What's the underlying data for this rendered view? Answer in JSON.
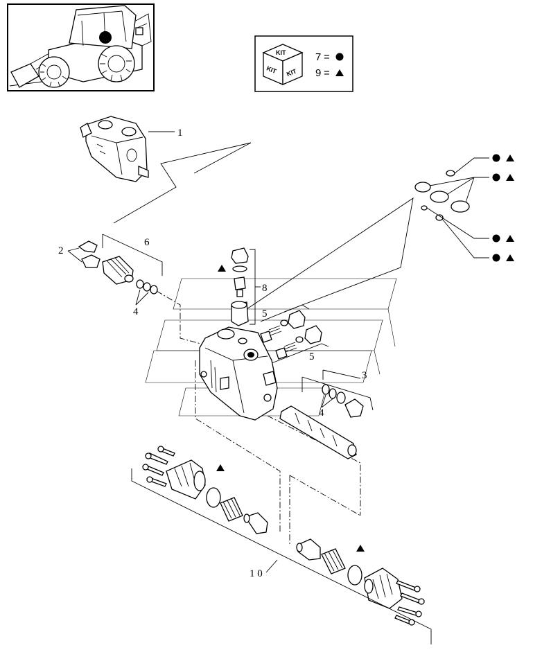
{
  "legend": {
    "kit_face_label": "KIT",
    "entries": [
      {
        "number": "7",
        "equals": "=",
        "symbol": "circle"
      },
      {
        "number": "9",
        "equals": "=",
        "symbol": "triangle"
      }
    ]
  },
  "callouts": {
    "c1": "1",
    "c2": "2",
    "c3": "3",
    "c4a": "4",
    "c4b": "4",
    "c5a": "5",
    "c5b": "5",
    "c6": "6",
    "c8": "8",
    "c10": "1 0"
  },
  "symbols": {
    "circle_color": "#000000",
    "triangle_color": "#000000"
  }
}
